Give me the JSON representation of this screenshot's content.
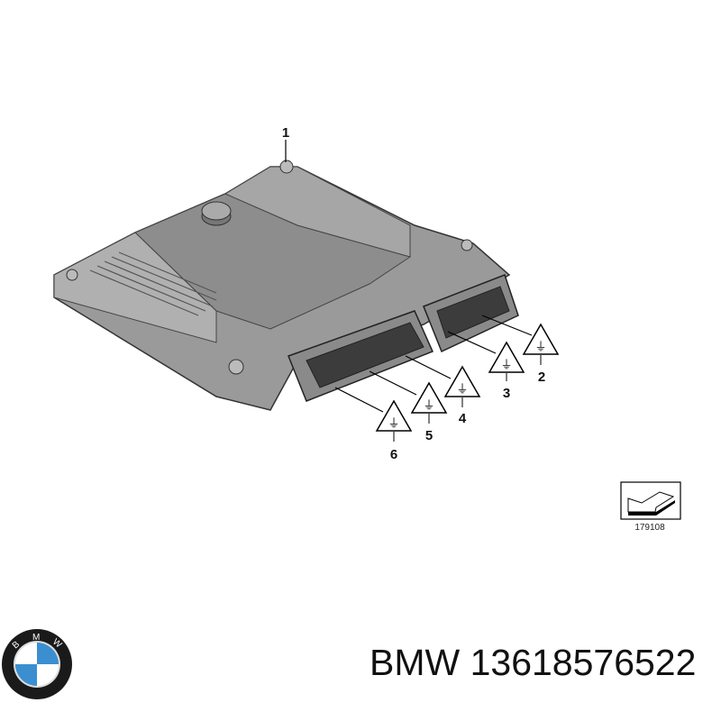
{
  "diagram": {
    "callouts": [
      "1",
      "2",
      "3",
      "4",
      "5",
      "6"
    ],
    "reference_number": "179108",
    "part_name_icons": [
      "ecu-control-unit",
      "connector-warning-triangle-icon",
      "arrow-reference-icon"
    ]
  },
  "caption": {
    "brand": "BMW",
    "text": "BMW 13618576522"
  },
  "logo": {
    "letters": "BMW",
    "colors": {
      "blue": "#3b8fd0",
      "white": "#ffffff",
      "ring": "#111111"
    }
  }
}
